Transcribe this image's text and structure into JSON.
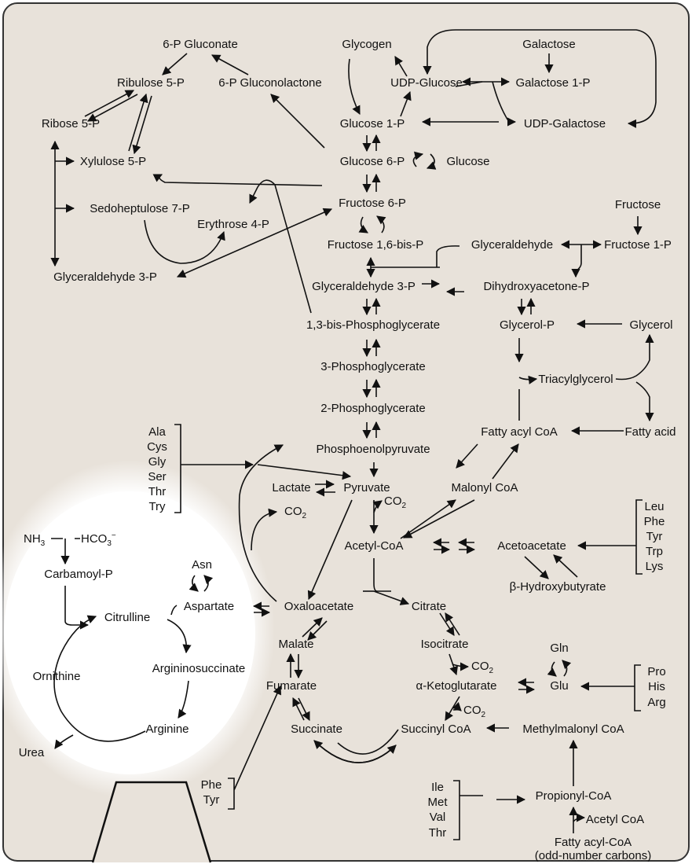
{
  "colors": {
    "background": "#e8e2da",
    "frame": "#333333",
    "ink": "#111111",
    "highlight": "#ffffff"
  },
  "nodes": {
    "p6_gluconate": "6-P Gluconate",
    "ribulose5p": "Ribulose 5-P",
    "p6_gluconolactone": "6-P Gluconolactone",
    "ribose5p": "Ribose 5-P",
    "xylulose5p": "Xylulose 5-P",
    "sedoheptulose7p": "Sedoheptulose 7-P",
    "erythrose4p": "Erythrose 4-P",
    "glyceraldehyde3p_left": "Glyceraldehyde 3-P",
    "glycogen": "Glycogen",
    "udp_glucose": "UDP-Glucose",
    "galactose": "Galactose",
    "galactose1p": "Galactose 1-P",
    "glucose1p": "Glucose 1-P",
    "udp_galactose": "UDP-Galactose",
    "glucose6p": "Glucose 6-P",
    "glucose": "Glucose",
    "fructose6p": "Fructose 6-P",
    "fructose": "Fructose",
    "fructose16bisp": "Fructose 1,6-bis-P",
    "glyceraldehyde": "Glyceraldehyde",
    "fructose1p": "Fructose 1-P",
    "glyceraldehyde3p": "Glyceraldehyde 3-P",
    "dihydroxyacetonep": "Dihydroxyacetone-P",
    "bisphosphoglycerate": "1,3-bis-Phosphoglycerate",
    "glycerolp": "Glycerol-P",
    "glycerol": "Glycerol",
    "phosphoglycerate3": "3-Phosphoglycerate",
    "triacylglycerol": "Triacylglycerol",
    "phosphoglycerate2": "2-Phosphoglycerate",
    "fatty_acyl_coa": "Fatty acyl CoA",
    "fatty_acid": "Fatty acid",
    "pep": "Phosphoenolpyruvate",
    "lactate": "Lactate",
    "pyruvate": "Pyruvate",
    "malonyl_coa": "Malonyl CoA",
    "acetyl_coa": "Acetyl-CoA",
    "acetoacetate": "Acetoacetate",
    "hydroxybutyrate": "β-Hydroxybutyrate",
    "nh3": "NH",
    "hco3": "HCO",
    "carbamoylp": "Carbamoyl-P",
    "asn": "Asn",
    "aspartate": "Aspartate",
    "oxaloacetate": "Oxaloacetate",
    "citrate": "Citrate",
    "citrulline": "Citrulline",
    "malate": "Malate",
    "isocitrate": "Isocitrate",
    "gln": "Gln",
    "ornithine": "Ornithine",
    "argininosuccinate": "Argininosuccinate",
    "fumarate": "Fumarate",
    "akg": "α-Ketoglutarate",
    "glu": "Glu",
    "arginine": "Arginine",
    "succinate": "Succinate",
    "succinyl_coa": "Succinyl CoA",
    "methylmalonyl_coa": "Methylmalonyl CoA",
    "urea": "Urea",
    "propionyl_coa": "Propionyl-CoA",
    "acetyl_coa2": "Acetyl CoA",
    "fatty_acyl_coa2": "Fatty acyl-CoA",
    "odd_carbons": "(odd-number carbons)",
    "co2": "CO",
    "sub2": "2",
    "sub3": "3",
    "minus": "−"
  },
  "amino_groups": {
    "gluconeogenic": [
      "Ala",
      "Cys",
      "Gly",
      "Ser",
      "Thr",
      "Try"
    ],
    "ketogenic": [
      "Leu",
      "Phe",
      "Tyr",
      "Trp",
      "Lys"
    ],
    "glu_family": [
      "Pro",
      "His",
      "Arg"
    ],
    "propionyl": [
      "Ile",
      "Met",
      "Val",
      "Thr"
    ],
    "fumarate_family": [
      "Phe",
      "Tyr"
    ]
  }
}
